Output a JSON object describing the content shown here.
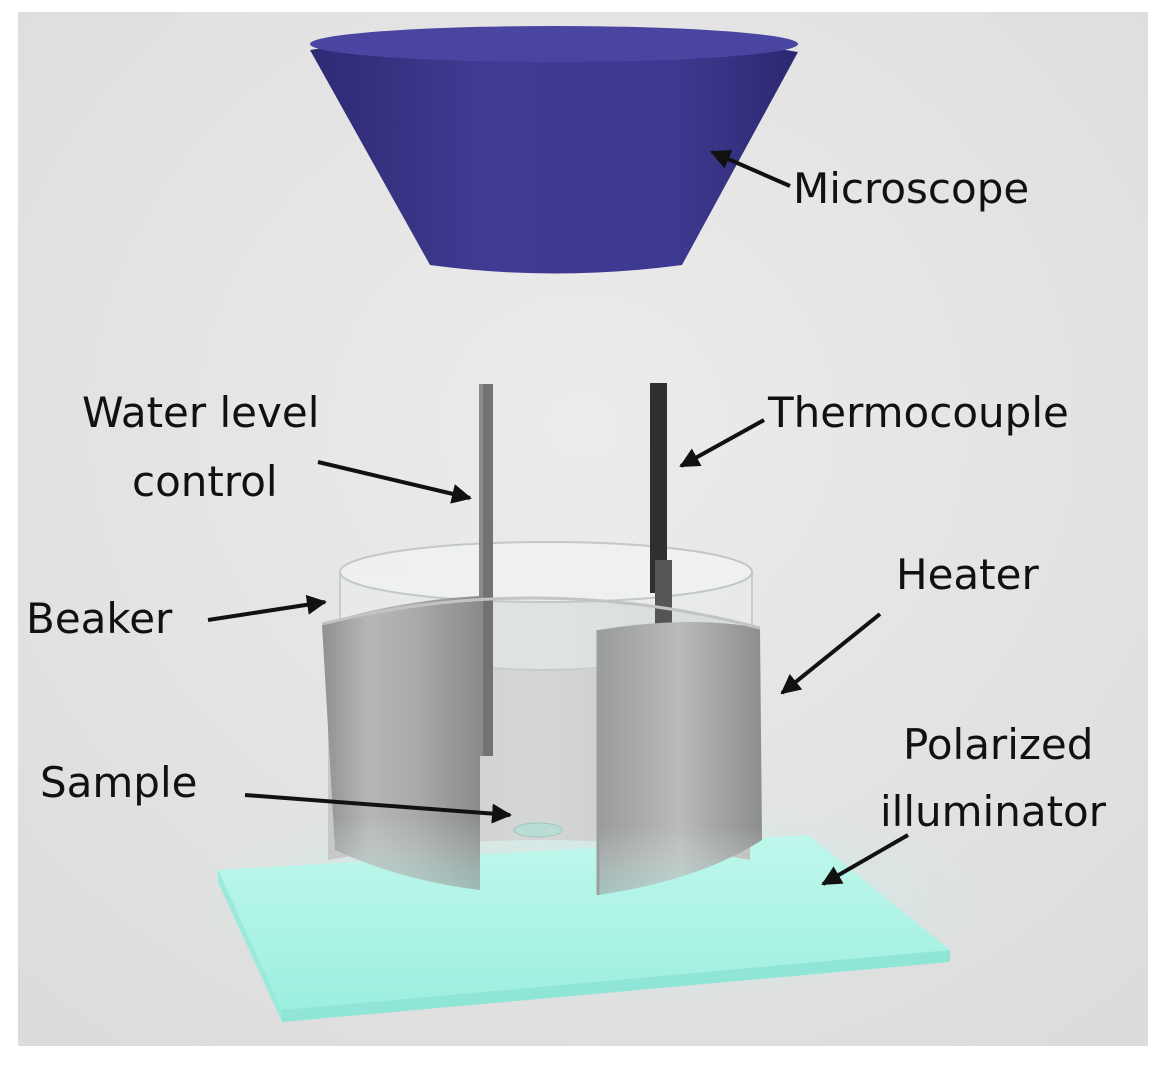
{
  "labels": {
    "microscope": "Microscope",
    "water_level_1": "Water level",
    "water_level_2": "control",
    "thermocouple": "Thermocouple",
    "heater": "Heater",
    "beaker": "Beaker",
    "polarized_1": "Polarized",
    "polarized_2": "illuminator",
    "sample": "Sample"
  },
  "colors": {
    "background": "#e4e4e4",
    "microscope": "#3f3a8c",
    "heater": "#a9abab",
    "illuminator": "#a6f2e4",
    "thermocouple": "#2f2f2f",
    "water_control": "#727272",
    "arrow": "#111111"
  }
}
